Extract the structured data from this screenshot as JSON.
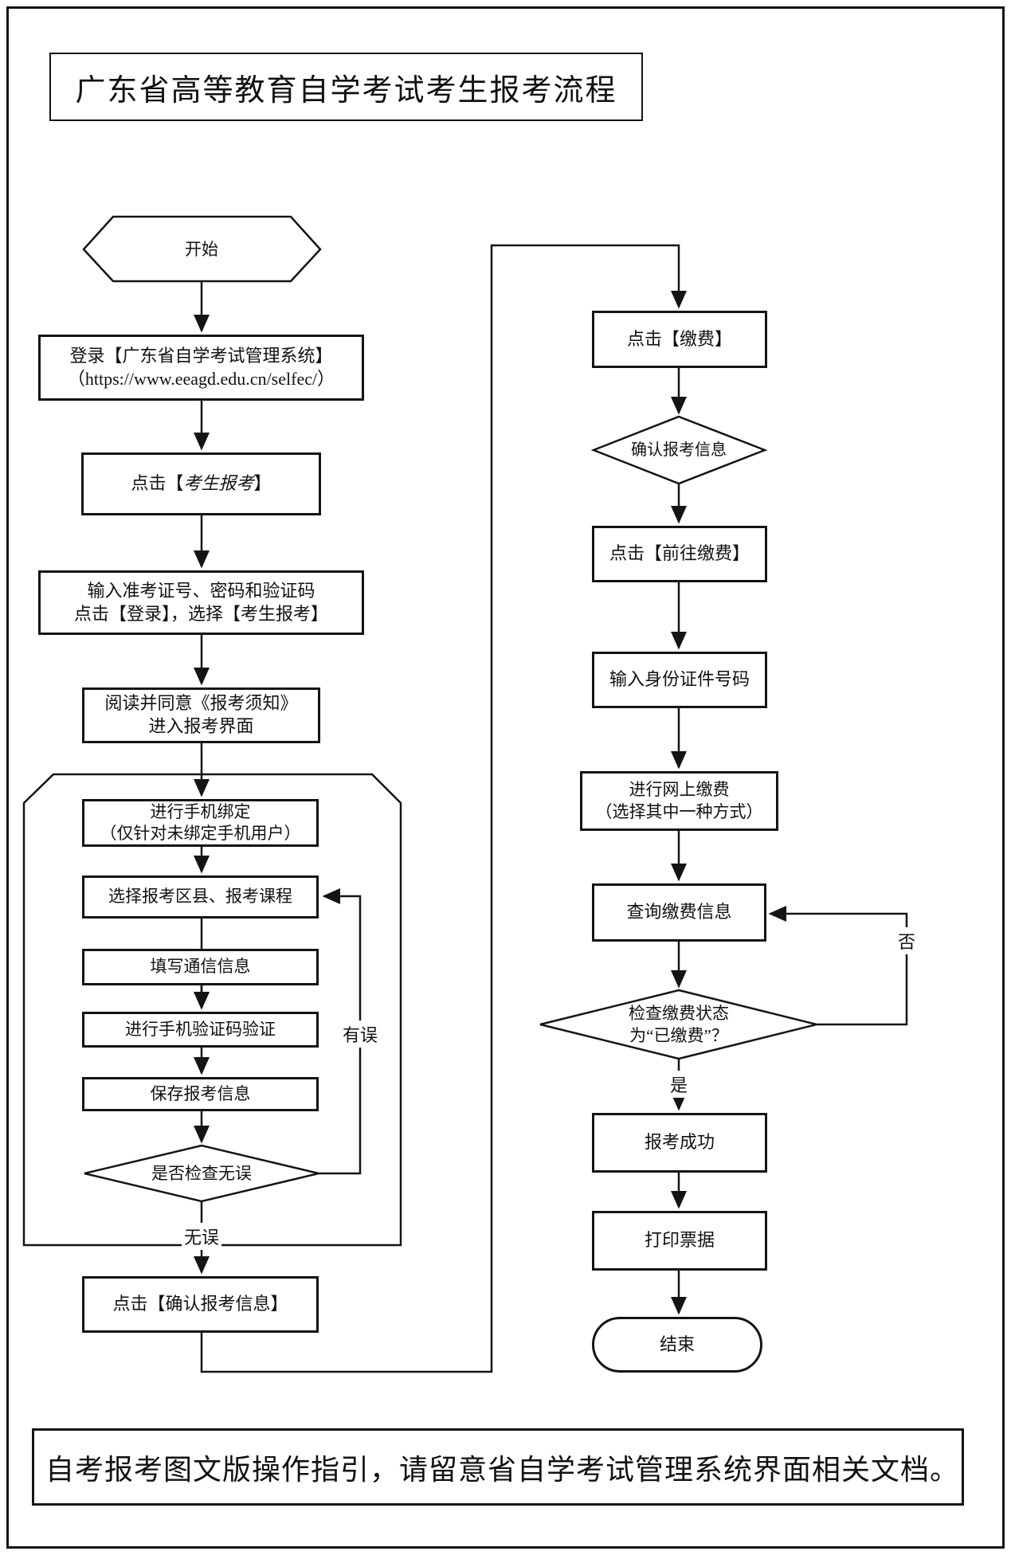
{
  "title": "广东省高等教育自学考试考生报考流程",
  "footer": {
    "note": "自考报考图文版操作指引，请留意省自学考试管理系统界面相关文档。"
  },
  "colors": {
    "line": "#141414",
    "background": "#ffffff"
  },
  "flow": {
    "start": "开始",
    "left": {
      "login": {
        "line1": "登录【广东省自学考试管理系统】",
        "line2": "（https://www.eeagd.edu.cn/selfec/）"
      },
      "click_candidate_register": {
        "prefix": "点击【",
        "emph": "考生报考",
        "suffix": "】"
      },
      "enter_credentials": {
        "line1": "输入准考证号、密码和验证码",
        "line2": "点击【登录】，选择【考生报考】"
      },
      "read_notice": {
        "line1": "阅读并同意《报考须知》",
        "line2": "进入报考界面"
      },
      "bind_phone": {
        "line1": "进行手机绑定",
        "line2": "（仅针对未绑定手机用户）"
      },
      "select_courses": "选择报考区县、报考课程",
      "fill_contact": "填写通信信息",
      "verify_sms": "进行手机验证码验证",
      "save_info": "保存报考信息",
      "check_decision": "是否检查无误",
      "label_has_error": "有误",
      "label_no_error": "无误",
      "confirm_info": "点击【确认报考信息】"
    },
    "right": {
      "click_pay": "点击【缴费】",
      "confirm_register_info": "确认报考信息",
      "go_pay": "点击【前往缴费】",
      "enter_id": "输入身份证件号码",
      "online_pay": {
        "line1": "进行网上缴费",
        "line2": "（选择其中一种方式）"
      },
      "query_payment": "查询缴费信息",
      "check_paid": {
        "line1": "检查缴费状态",
        "line2": "为“已缴费”？"
      },
      "label_no": "否",
      "label_yes": "是",
      "register_success": "报考成功",
      "print_receipt": "打印票据",
      "end": "结束"
    }
  }
}
